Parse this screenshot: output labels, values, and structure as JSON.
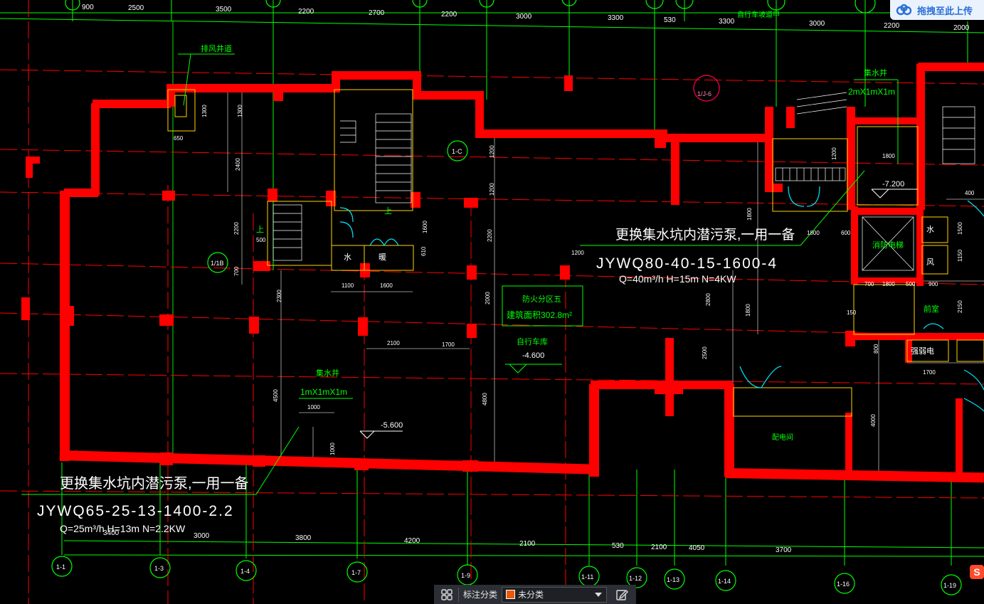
{
  "upload_button": {
    "label": "拖拽至此上传",
    "icon": "cloud-icon"
  },
  "bottom_bar": {
    "label": "标注分类",
    "select_value": "未分类",
    "swatch_color": "#e8590c",
    "grid_icon": "grid-icon",
    "edit_icon": "edit-icon"
  },
  "ime_badge": {
    "label": "S"
  },
  "drawing": {
    "colors": {
      "wall": "#ff0000",
      "axis": "#00ff00",
      "dim": "#ffffff",
      "note": "#00ff00",
      "door": "#00ffff",
      "room": "#ffff00",
      "grid_circle": "#00ff00",
      "axis_line": "#ff0000"
    },
    "top_dims": [
      "900",
      "2500",
      "3500",
      "2200",
      "2700",
      "2200",
      "3000",
      "3300",
      "530",
      "3300",
      "3000",
      "2200",
      "2000"
    ],
    "bottom_dims": [
      "3400",
      "3000",
      "3800",
      "4200",
      "2100",
      "530",
      "2100",
      "4050",
      "3700"
    ],
    "bottom_axes": [
      "1-1",
      "1-3",
      "1-4",
      "1-7",
      "1-9",
      "1-11",
      "1-12",
      "1-13",
      "1-14",
      "1-16",
      "1-19"
    ],
    "notes": {
      "exhaust_shaft": "排风井道",
      "sump1_title": "集水井",
      "sump1_size": "1mX1mX1m",
      "sump2_title": "集水井",
      "sump2_size": "2mX1mX1m",
      "fire_zone": "防火分区五",
      "floor_area": "建筑面积302.8m²",
      "bike_garage": "自行车库",
      "bike_garage_level": "-4.600",
      "level_5600": "-5.600",
      "level_7200": "-7.200",
      "bike_ramp": "自行车坡道甲",
      "pump1_title": "更换集水坑内潜污泵,一用一备",
      "pump1_model": "JYWQ65-25-13-1400-2.2",
      "pump1_spec": "Q=25m³/h H=13m N=2.2KW",
      "pump2_title": "更换集水坑内潜污泵,一用一备",
      "pump2_model": "JYWQ80-40-15-1600-4",
      "pump2_spec": "Q=40m³/h H=15m N=4KW",
      "axis_1c": "1-C",
      "axis_1b": "1/1B",
      "axis_j6": "1/J-6",
      "room_water": "水",
      "room_hvac": "暖",
      "room_elec_weak": "强弱电",
      "room_fire_elevator": "消防电梯",
      "room_distribution": "配电间",
      "room_front": "前室",
      "room_water2": "水",
      "room_wind": "风",
      "stair_up1": "上",
      "stair_up2": "上"
    },
    "dims_misc": [
      "650",
      "1300",
      "1300",
      "2400",
      "2200",
      "500",
      "700",
      "1100",
      "1600",
      "1600",
      "610",
      "1200",
      "1200",
      "2200",
      "2000",
      "2300",
      "2100",
      "1700",
      "4500",
      "1000",
      "1000",
      "4800",
      "1200",
      "1800",
      "1800",
      "2500",
      "2800",
      "1800",
      "600",
      "1800",
      "1200",
      "150",
      "700",
      "1800",
      "500",
      "900",
      "1700",
      "2150",
      "800",
      "4000",
      "400",
      "1150",
      "1500"
    ]
  }
}
